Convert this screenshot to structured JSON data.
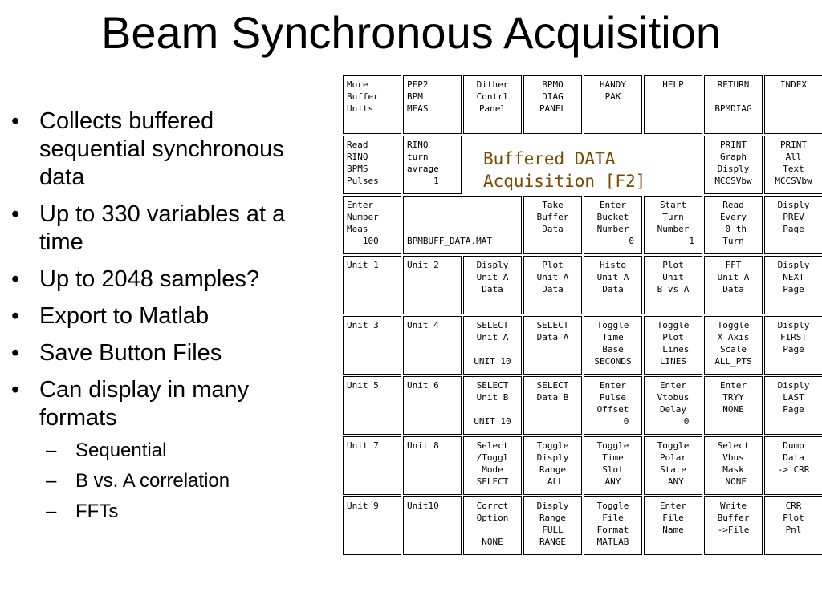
{
  "title": "Beam Synchronous Acquisition",
  "bullets": [
    "Collects buffered sequential synchronous data",
    "Up to 330 variables at a time",
    "Up to 2048 samples?",
    "Export to Matlab",
    "Save Button Files",
    "Can display in many formats"
  ],
  "subbullets": [
    "Sequential",
    "B vs. A correlation",
    "FFTs"
  ],
  "banner": "Buffered DATA\nAcquisition [F2]",
  "buttons": [
    [
      "More\nBuffer\nUnits",
      "PEP2\nBPM\nMEAS",
      "Dither\nContrl\nPanel",
      "BPMO\nDIAG\nPANEL",
      "HANDY\nPAK",
      "HELP",
      "RETURN\n\nBPMDIAG",
      "INDEX"
    ],
    [
      "Read\nRINQ\nBPMS\nPulses",
      "RINQ\nturn\navrage\n     1",
      "",
      "",
      "",
      "",
      "PRINT\nGraph\nDisply\nMCCSVbw",
      "PRINT\nAll\nText\nMCCSVbw"
    ],
    [
      "Enter\nNumber\nMeas\n   100",
      "\n\n\nBPMBUFF_DATA.MAT",
      "",
      "Take\nBuffer\nData",
      "Enter\nBucket\nNumber\n       0",
      "Start\nTurn\nNumber\n       1",
      "Read\nEvery\n 0 th\nTurn",
      "Disply\nPREV\nPage"
    ],
    [
      "Unit 1",
      "Unit 2",
      "Disply\nUnit A\nData",
      "Plot\nUnit A\nData",
      "Histo\nUnit A\nData",
      "Plot\nUnit\nB vs A",
      "FFT\nUnit A\nData",
      "Disply\nNEXT\nPage"
    ],
    [
      "Unit 3",
      "Unit 4",
      "SELECT\nUnit A\n\nUNIT 10",
      "SELECT\nData A",
      "Toggle\nTime\nBase\nSECONDS",
      "Toggle\nPlot\n Lines\nLINES",
      "Toggle\nX Axis\nScale\nALL_PTS",
      "Disply\nFIRST\nPage"
    ],
    [
      "Unit 5",
      "Unit 6",
      "SELECT\nUnit B\n\nUNIT 10",
      "SELECT\nData B",
      "Enter\nPulse\nOffset\n     0",
      "Enter\nVtobus\nDelay\n     0",
      "Enter\nTRYY\nNONE",
      "Disply\nLAST\nPage"
    ],
    [
      "Unit 7",
      "Unit 8",
      "Select\n/Toggl\nMode\nSELECT",
      "Toggle\nDisply\nRange\n ALL",
      "Toggle\nTime\nSlot\nANY",
      "Toggle\nPolar\nState\n ANY",
      "Select\nVbus\nMask\n NONE",
      "Dump\nData\n-> CRR"
    ],
    [
      "Unit 9",
      "Unit10",
      "Corrct\nOption\n\nNONE",
      "Disply\nRange\nFULL\nRANGE",
      "Toggle\nFile\nFormat\nMATLAB",
      "Enter\nFile\nName",
      "Write\nBuffer\n->File",
      "CRR\nPlot\nPnl"
    ]
  ]
}
